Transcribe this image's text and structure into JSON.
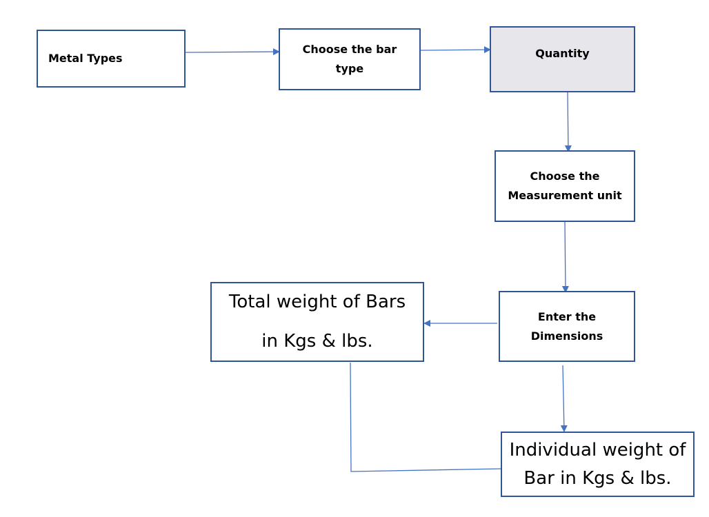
{
  "diagram": {
    "nodes": {
      "metal_types": {
        "lines": [
          "Metal Types"
        ]
      },
      "bar_type": {
        "lines": [
          "Choose the bar",
          "type"
        ]
      },
      "quantity": {
        "lines": [
          "Quantity"
        ]
      },
      "measurement_unit": {
        "lines": [
          "Choose the",
          "Measurement unit"
        ]
      },
      "dimensions": {
        "lines": [
          "Enter the",
          "Dimensions"
        ]
      },
      "total_weight": {
        "lines": [
          "Total weight of Bars",
          "in Kgs & lbs."
        ]
      },
      "individual_weight": {
        "lines": [
          "Individual weight of",
          "Bar in Kgs & lbs."
        ]
      }
    },
    "colors": {
      "box_border": "#2f5597",
      "connector": "#4472c4",
      "shaded_fill": "#e7e6ea"
    }
  }
}
